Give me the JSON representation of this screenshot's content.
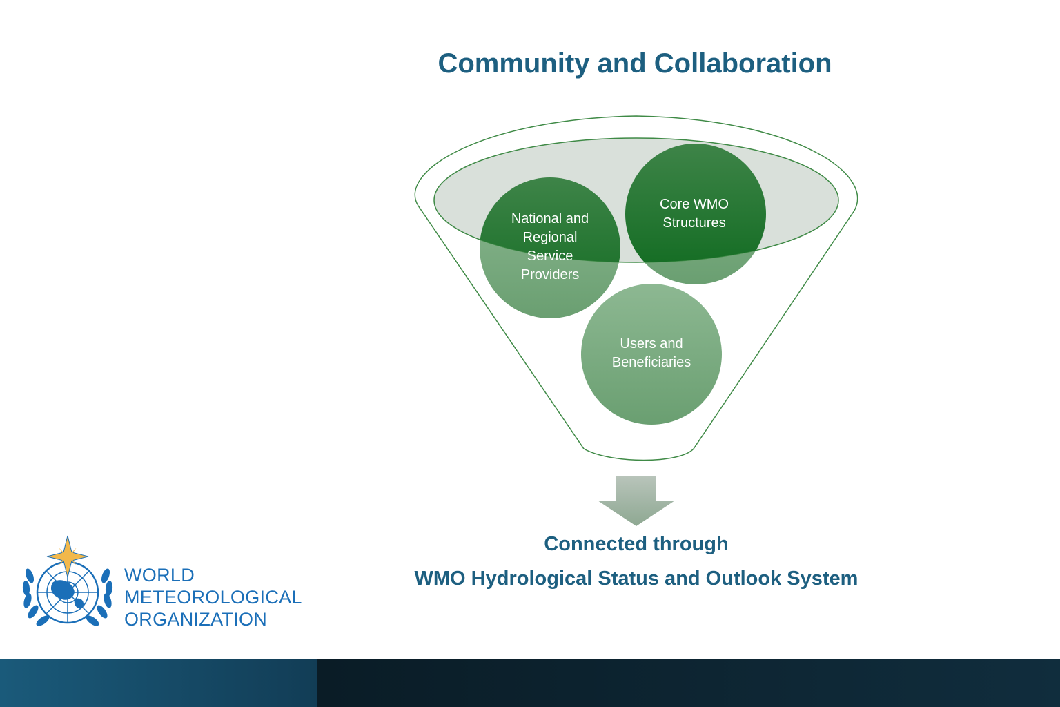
{
  "slide": {
    "title": "Community and Collaboration"
  },
  "diagram": {
    "type": "funnel",
    "bubbles": [
      {
        "id": "national",
        "label_lines": [
          "National and",
          "Regional",
          "Service",
          "Providers"
        ]
      },
      {
        "id": "core",
        "label_lines": [
          "Core WMO",
          "Structures"
        ]
      },
      {
        "id": "users",
        "label_lines": [
          "Users and",
          "Beneficiaries"
        ]
      }
    ],
    "colors": {
      "dark_green": "#1a6e27",
      "light_green": "#6fa476",
      "funnel_stroke": "#3f8a46",
      "rim_fill": "#d6ddd7",
      "arrow": "#a9b9ab"
    }
  },
  "caption": {
    "line1": "Connected through",
    "line2": "WMO Hydrological Status and Outlook System"
  },
  "logo": {
    "icon": "wmo-emblem-icon",
    "lines": [
      "WORLD",
      "METEOROLOGICAL",
      "ORGANIZATION"
    ]
  }
}
